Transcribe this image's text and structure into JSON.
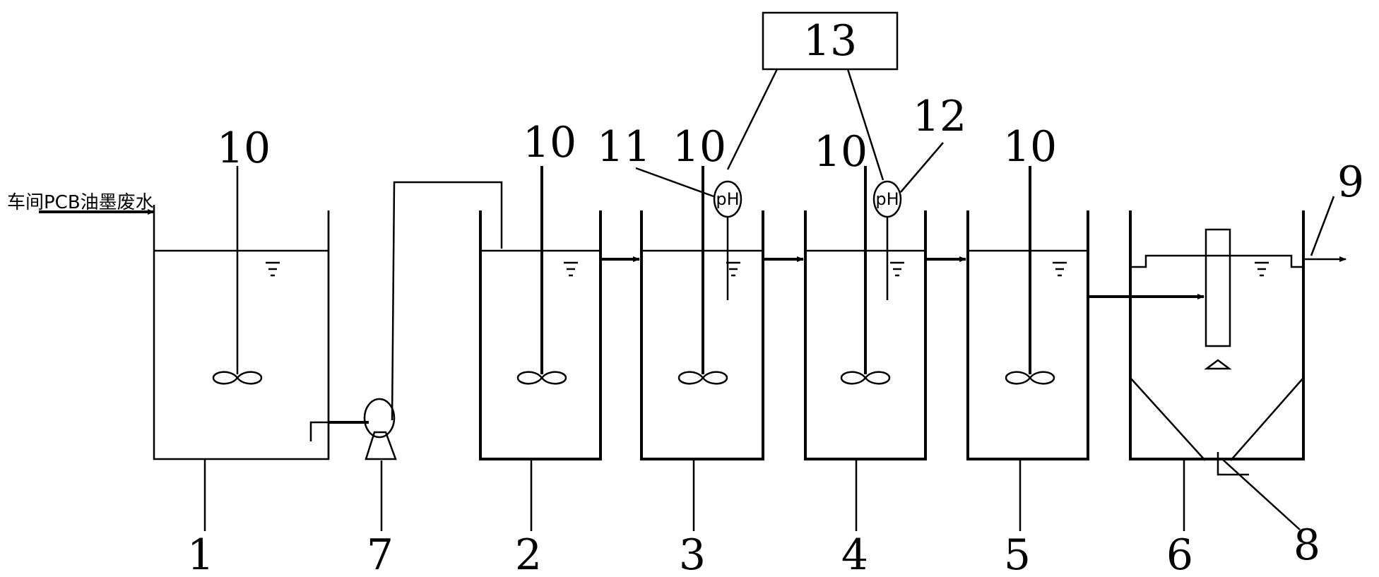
{
  "inlet_label": "车间PCB油墨废水",
  "controller_label": "13",
  "ph_label": "pH",
  "labels": {
    "tank1": "1",
    "tank2": "2",
    "tank3": "3",
    "tank4": "4",
    "tank5": "5",
    "tank6": "6",
    "pump": "7",
    "sludge_outlet": "8",
    "effluent_outlet": "9",
    "mixer": "10",
    "ph_probe_1": "11",
    "ph_probe_2": "12"
  }
}
